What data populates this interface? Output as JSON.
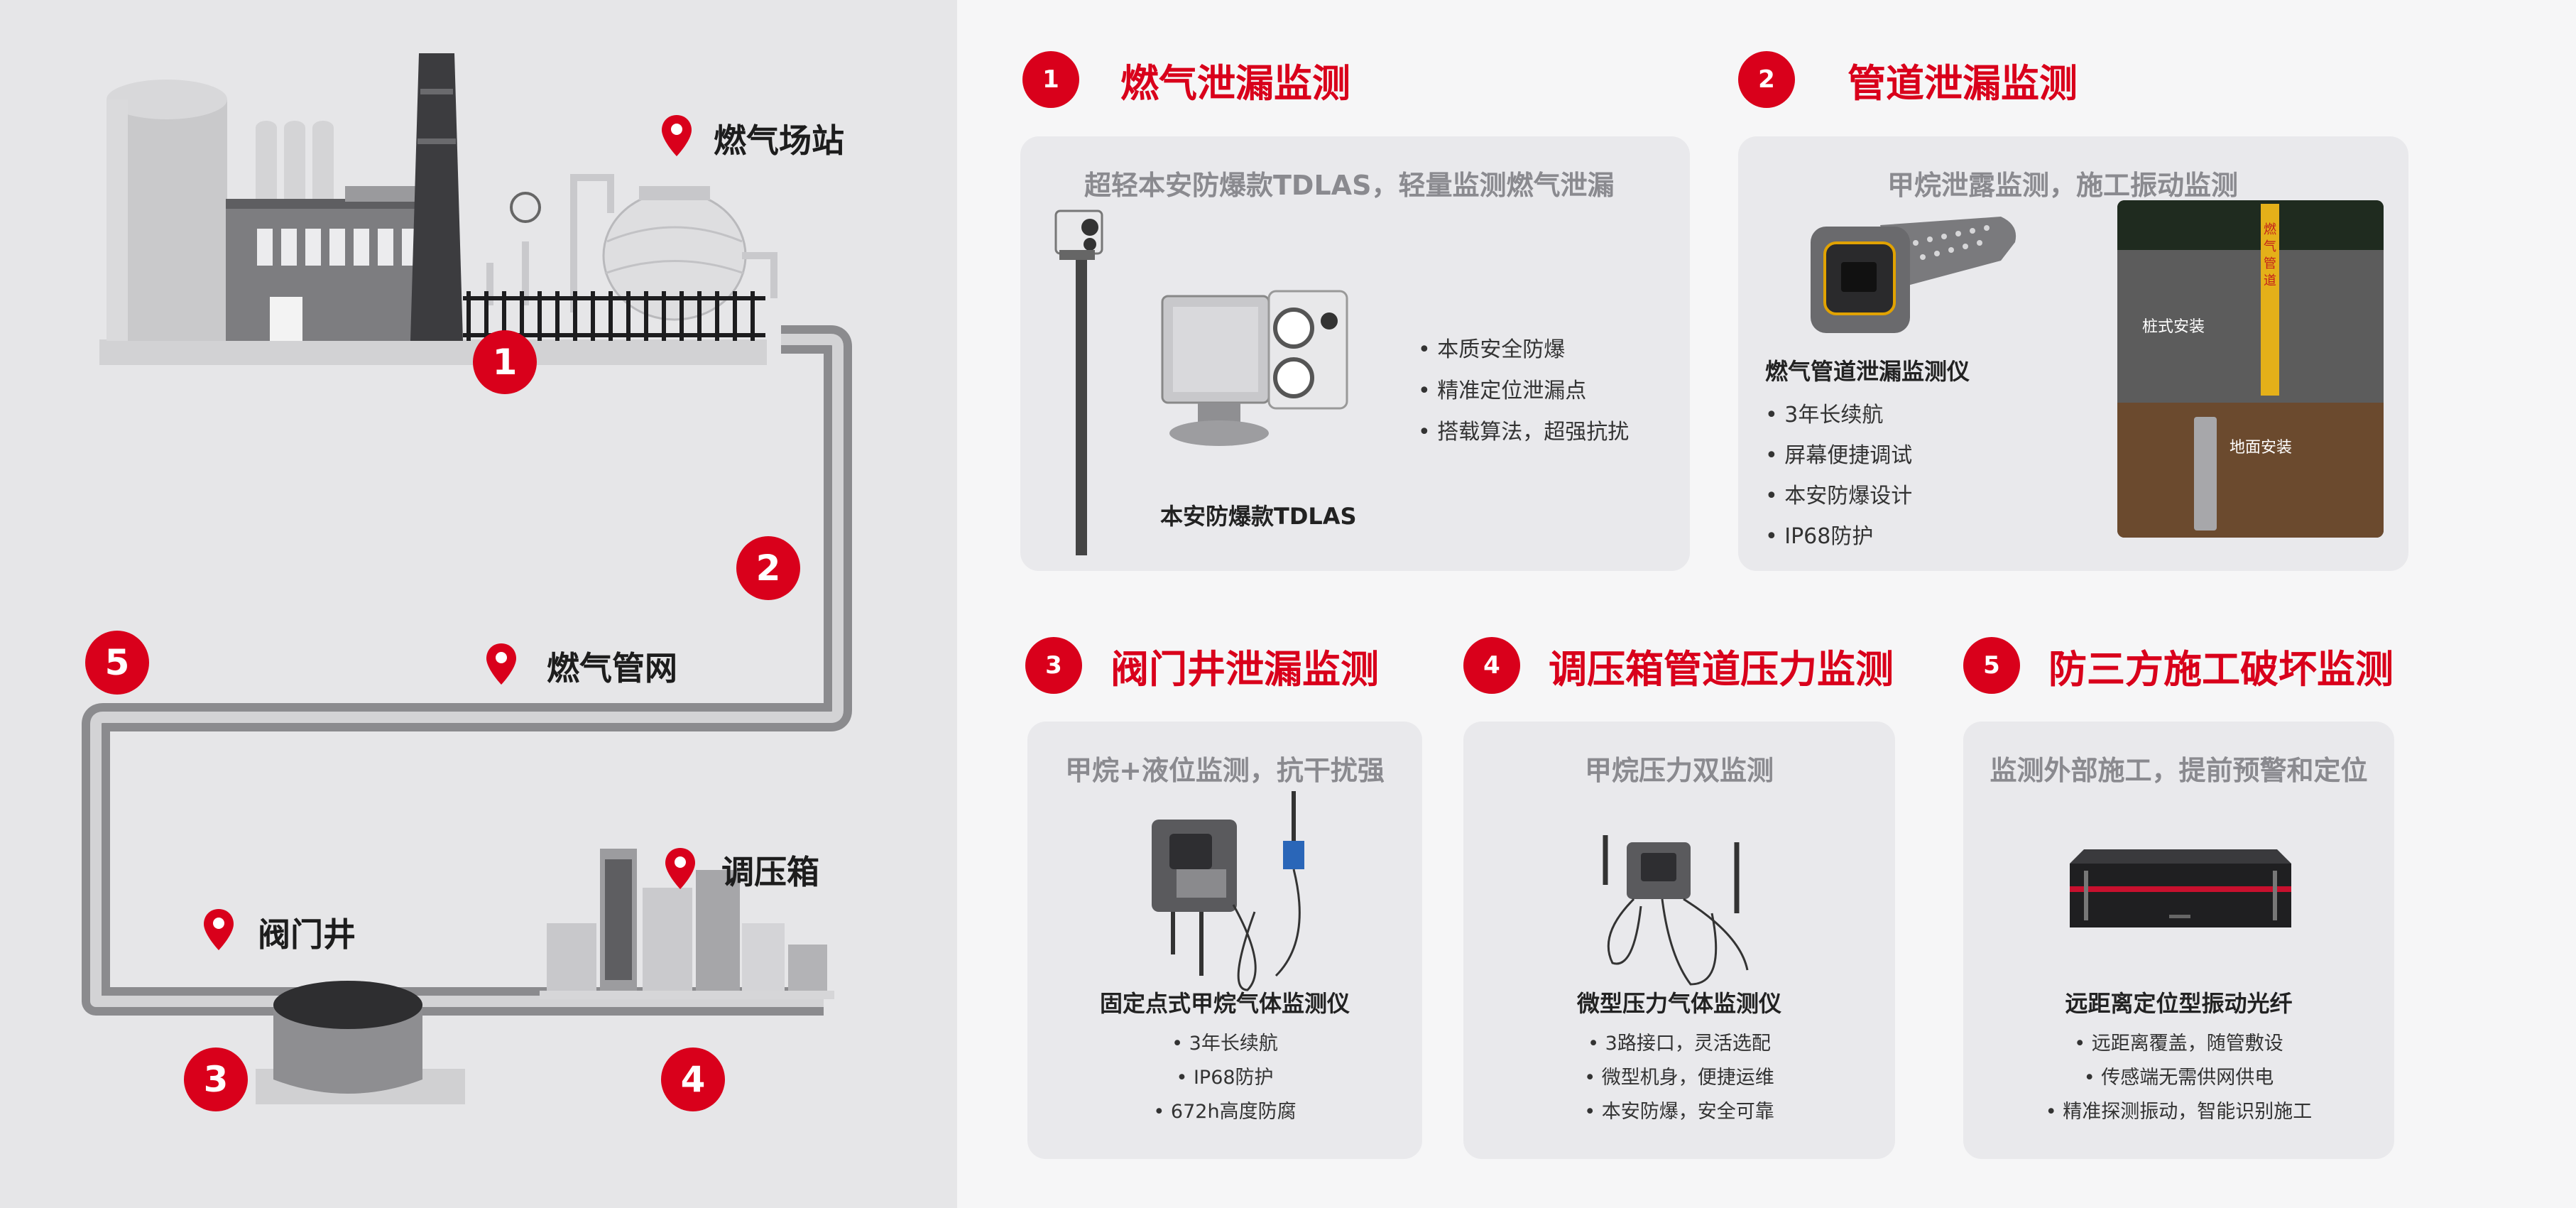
{
  "left_map": {
    "station_label": "燃气场站",
    "network_label": "燃气管网",
    "valve_well_label": "阀门井",
    "regulator_box_label": "调压箱",
    "badges": [
      "1",
      "2",
      "3",
      "4",
      "5"
    ],
    "accent_color": "#d9001b"
  },
  "sections": [
    {
      "number": "1",
      "title": "燃气泄漏监测",
      "subtitle": "超轻本安防爆款TDLAS，轻量监测燃气泄漏",
      "product": "本安防爆款TDLAS",
      "features": [
        "• 本质安全防爆",
        "• 精准定位泄漏点",
        "• 搭载算法，超强抗扰"
      ]
    },
    {
      "number": "2",
      "title": "管道泄漏监测",
      "subtitle": "甲烷泄露监测，施工振动监测",
      "product": "燃气管道泄漏监测仪",
      "features": [
        "• 3年长续航",
        "• 屏幕便捷调试",
        "• 本安防爆设计",
        "• IP68防护"
      ],
      "photo_labels": [
        "桩式安装",
        "地面安装"
      ],
      "marker_text": "燃气管道"
    },
    {
      "number": "3",
      "title": "阀门井泄漏监测",
      "subtitle": "甲烷+液位监测，抗干扰强",
      "product": "固定点式甲烷气体监测仪",
      "features": [
        "• 3年长续航",
        "• IP68防护",
        "• 672h高度防腐"
      ]
    },
    {
      "number": "4",
      "title": "调压箱管道压力监测",
      "subtitle": "甲烷压力双监测",
      "product": "微型压力气体监测仪",
      "features": [
        "• 3路接口，灵活选配",
        "• 微型机身，便捷运维",
        "• 本安防爆，安全可靠"
      ]
    },
    {
      "number": "5",
      "title": "防三方施工破坏监测",
      "subtitle": "监测外部施工，提前预警和定位",
      "product": "远距离定位型振动光纤",
      "features": [
        "• 远距离覆盖，随管敷设",
        "• 传感端无需供网供电",
        "• 精准探测振动，智能识别施工"
      ]
    }
  ]
}
